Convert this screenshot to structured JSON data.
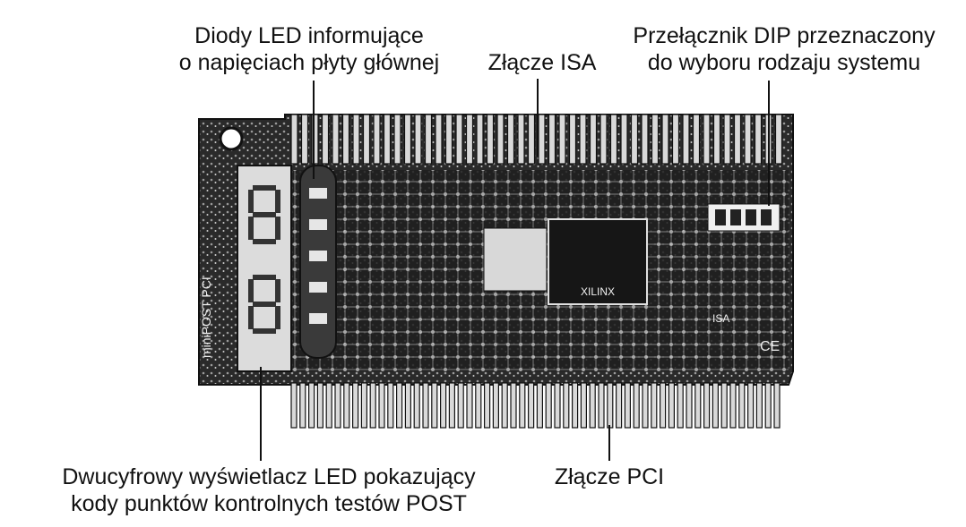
{
  "labels": {
    "led_line1": "Diody LED informujące",
    "led_line2": "o napięciach płyty głównej",
    "isa": "Złącze ISA",
    "dip_line1": "Przełącznik DIP przeznaczony",
    "dip_line2": "do wyboru rodzaju systemu",
    "display_line1": "Dwucyfrowy wyświetlacz LED pokazujący",
    "display_line2": "kody punktów kontrolnych testów POST",
    "pci": "Złącze PCI"
  },
  "board_text": {
    "vertical": "miniPOST PCI",
    "chip": "XILINX",
    "marks": [
      "ISA",
      "CE"
    ]
  }
}
